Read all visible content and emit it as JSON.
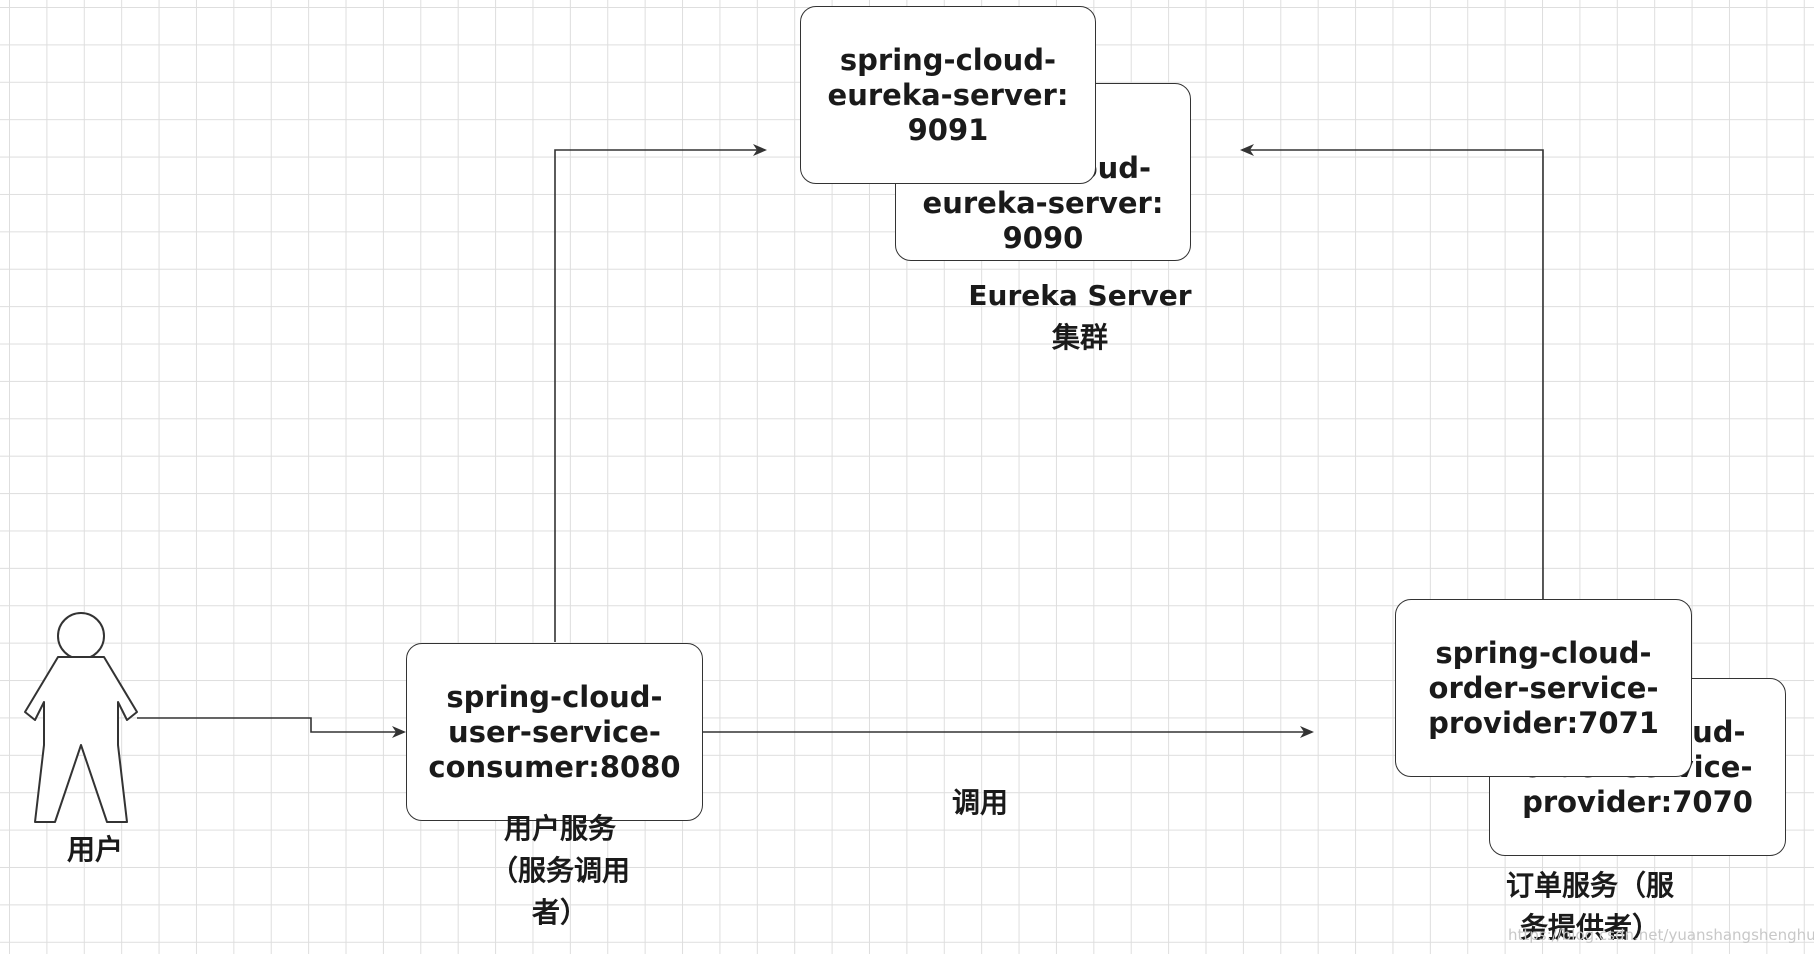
{
  "eureka_backup": {
    "l1": "spring-cloud-",
    "l2": "eureka-server:",
    "l3": "9090"
  },
  "eureka_primary": {
    "l1": "spring-cloud-",
    "l2": "eureka-server:",
    "l3": "9091"
  },
  "eureka_label": {
    "l1": "Eureka Server",
    "l2": "集群"
  },
  "user_service": {
    "l1": "spring-cloud-",
    "l2": "user-service-",
    "l3": "consumer:8080"
  },
  "user_service_label": {
    "l1": "用户服务",
    "l2": "（服务调用",
    "l3": "者）"
  },
  "order_backup": {
    "l1": "spring-cloud-",
    "l2": "order-service-",
    "l3": "provider:7070"
  },
  "order_primary": {
    "l1": "spring-cloud-",
    "l2": "order-service-",
    "l3": "provider:7071"
  },
  "order_label": {
    "l1": "订单服务（服",
    "l2": "务提供者）"
  },
  "user_actor": {
    "label": "用户"
  },
  "call_label": "调用",
  "watermark": "https://blog.csdn.net/yuanshangshenghuo",
  "colors": {
    "stroke": "#333333",
    "grid": "#dedede",
    "background": "#ffffff"
  }
}
